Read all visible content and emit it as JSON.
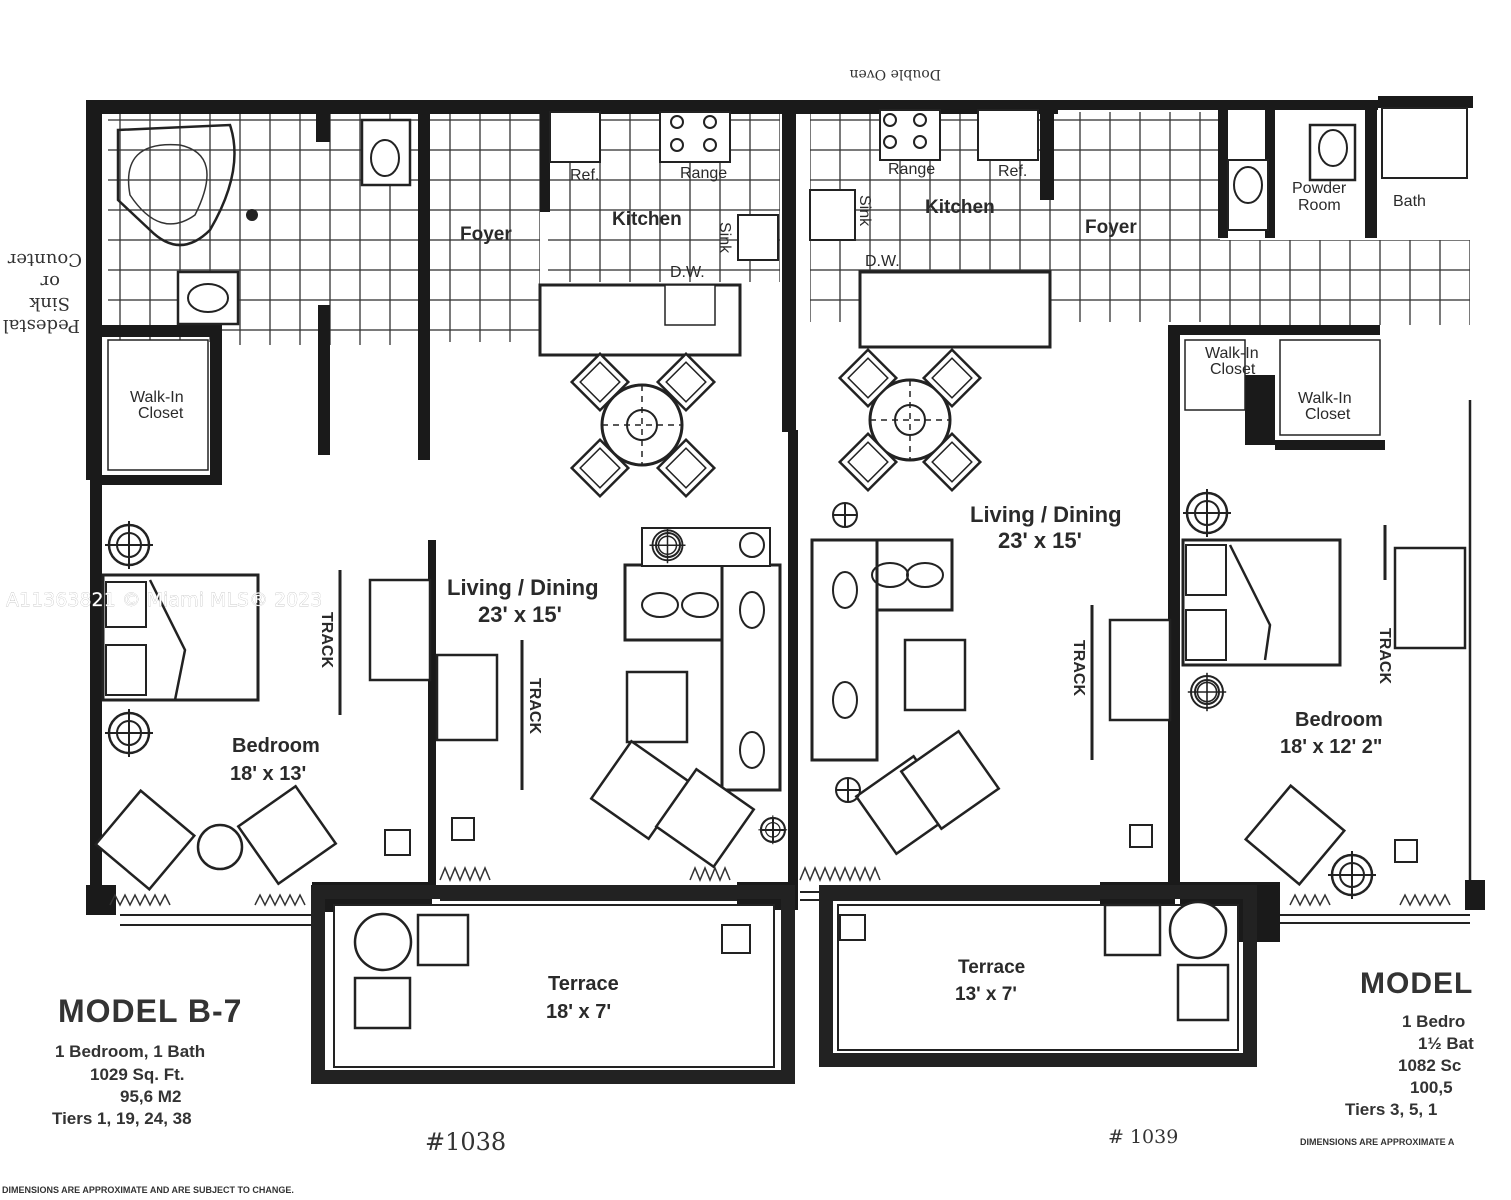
{
  "watermark": "A11363821 © Miami MLS® 2023",
  "unit_left": {
    "rooms": {
      "foyer": "Foyer",
      "kitchen": "Kitchen",
      "ref": "Ref.",
      "range": "Range",
      "sink": "Sink",
      "dw": "D.W.",
      "walk_in_closet_1": "Walk-In",
      "walk_in_closet_2": "Closet",
      "living_dining": "Living / Dining",
      "living_dims": "23' x 15'",
      "bedroom": "Bedroom",
      "bedroom_dims": "18' x 13'",
      "terrace": "Terrace",
      "terrace_dims": "18' x 7'",
      "track": "TRACK"
    },
    "side_note": [
      "Pedestal",
      "Sink",
      "or",
      "Counter"
    ],
    "model_title": "MODEL B-7",
    "model_lines": [
      "1 Bedroom, 1 Bath",
      "1029 Sq. Ft.",
      "95,6 M2",
      "Tiers 1, 19, 24, 38"
    ],
    "unit_number": "#1038",
    "disclaimer": "DIMENSIONS ARE APPROXIMATE AND ARE SUBJECT TO CHANGE."
  },
  "unit_right": {
    "rooms": {
      "double_oven": "Double Oven",
      "range": "Range",
      "ref": "Ref.",
      "sink": "Sink",
      "kitchen": "Kitchen",
      "dw": "D.W.",
      "foyer": "Foyer",
      "powder_room_1": "Powder",
      "powder_room_2": "Room",
      "bath": "Bath",
      "walk_in_closet_small_1": "Walk-In",
      "walk_in_closet_small_2": "Closet",
      "walk_in_closet_1": "Walk-In",
      "walk_in_closet_2": "Closet",
      "living_dining": "Living / Dining",
      "living_dims": "23' x 15'",
      "bedroom": "Bedroom",
      "bedroom_dims": "18' x 12' 2\"",
      "terrace": "Terrace",
      "terrace_dims": "13' x 7'",
      "track": "TRACK"
    },
    "model_title": "MODEL",
    "model_lines": [
      "1 Bedro",
      "1½ Bat",
      "1082 Sc",
      "100,5",
      "Tiers 3, 5, 1"
    ],
    "unit_number": "# 1039",
    "disclaimer": "DIMENSIONS ARE APPROXIMATE A"
  }
}
